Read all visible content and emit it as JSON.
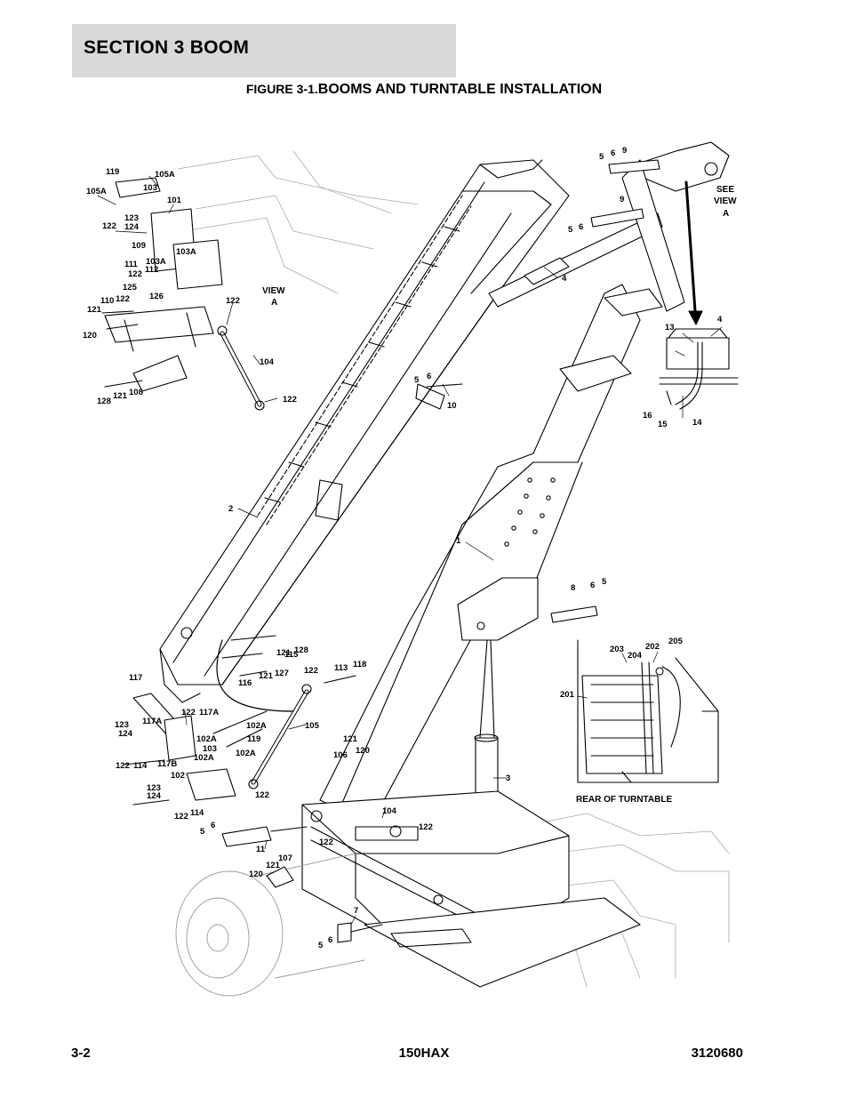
{
  "header": {
    "section": "SECTION 3   BOOM",
    "figure_prefix": "FIGURE 3-1.",
    "figure_title": "BOOMS AND TURNTABLE INSTALLATION"
  },
  "figure": {
    "callouts": [
      {
        "id": "c119a",
        "text": "119"
      },
      {
        "id": "c105A1",
        "text": "105A"
      },
      {
        "id": "c105A2",
        "text": "105A"
      },
      {
        "id": "c103a",
        "text": "103"
      },
      {
        "id": "c101",
        "text": "101"
      },
      {
        "id": "c123a",
        "text": "123"
      },
      {
        "id": "c124a",
        "text": "124"
      },
      {
        "id": "c122a",
        "text": "122"
      },
      {
        "id": "c109",
        "text": "109"
      },
      {
        "id": "c103A1",
        "text": "103A"
      },
      {
        "id": "c103A2",
        "text": "103A"
      },
      {
        "id": "c111",
        "text": "111"
      },
      {
        "id": "c122b",
        "text": "122"
      },
      {
        "id": "c112",
        "text": "112"
      },
      {
        "id": "c125",
        "text": "125"
      },
      {
        "id": "c126",
        "text": "126"
      },
      {
        "id": "c110",
        "text": "110"
      },
      {
        "id": "c121a",
        "text": "121"
      },
      {
        "id": "c122c",
        "text": "122"
      },
      {
        "id": "c120a",
        "text": "120"
      },
      {
        "id": "c122d",
        "text": "122"
      },
      {
        "id": "c104a",
        "text": "104"
      },
      {
        "id": "c122e",
        "text": "122"
      },
      {
        "id": "c128a",
        "text": "128"
      },
      {
        "id": "c121b",
        "text": "121"
      },
      {
        "id": "c108",
        "text": "108"
      },
      {
        "id": "c5a",
        "text": "5"
      },
      {
        "id": "c6a",
        "text": "6"
      },
      {
        "id": "c9a",
        "text": "9"
      },
      {
        "id": "c9b",
        "text": "9"
      },
      {
        "id": "c5b",
        "text": "5"
      },
      {
        "id": "c6b",
        "text": "6"
      },
      {
        "id": "c4a",
        "text": "4"
      },
      {
        "id": "c5c",
        "text": "5"
      },
      {
        "id": "c6c",
        "text": "6"
      },
      {
        "id": "c10",
        "text": "10"
      },
      {
        "id": "c2",
        "text": "2"
      },
      {
        "id": "c1",
        "text": "1"
      },
      {
        "id": "c8",
        "text": "8"
      },
      {
        "id": "c6d",
        "text": "6"
      },
      {
        "id": "c5d",
        "text": "5"
      },
      {
        "id": "c13",
        "text": "13"
      },
      {
        "id": "c4b",
        "text": "4"
      },
      {
        "id": "c16",
        "text": "16"
      },
      {
        "id": "c15",
        "text": "15"
      },
      {
        "id": "c14",
        "text": "14"
      },
      {
        "id": "c115",
        "text": "115"
      },
      {
        "id": "c121c",
        "text": "121"
      },
      {
        "id": "c128b",
        "text": "128"
      },
      {
        "id": "c116",
        "text": "116"
      },
      {
        "id": "c121d",
        "text": "121"
      },
      {
        "id": "c127",
        "text": "127"
      },
      {
        "id": "c122f",
        "text": "122"
      },
      {
        "id": "c113",
        "text": "113"
      },
      {
        "id": "c118",
        "text": "118"
      },
      {
        "id": "c117",
        "text": "117"
      },
      {
        "id": "c122g",
        "text": "122"
      },
      {
        "id": "c117A1",
        "text": "117A"
      },
      {
        "id": "c117A2",
        "text": "117A"
      },
      {
        "id": "c123b",
        "text": "123"
      },
      {
        "id": "c124b",
        "text": "124"
      },
      {
        "id": "c102A1",
        "text": "102A"
      },
      {
        "id": "c102A2",
        "text": "102A"
      },
      {
        "id": "c102A3",
        "text": "102A"
      },
      {
        "id": "c102A4",
        "text": "102A"
      },
      {
        "id": "c105",
        "text": "105"
      },
      {
        "id": "c119b",
        "text": "119"
      },
      {
        "id": "c103b",
        "text": "103"
      },
      {
        "id": "c122h",
        "text": "122"
      },
      {
        "id": "c114a",
        "text": "114"
      },
      {
        "id": "c117B",
        "text": "117B"
      },
      {
        "id": "c102",
        "text": "102"
      },
      {
        "id": "c122i",
        "text": "122"
      },
      {
        "id": "c123c",
        "text": "123"
      },
      {
        "id": "c124c",
        "text": "124"
      },
      {
        "id": "c122j",
        "text": "122"
      },
      {
        "id": "c114b",
        "text": "114"
      },
      {
        "id": "c121e",
        "text": "121"
      },
      {
        "id": "c120b",
        "text": "120"
      },
      {
        "id": "c106",
        "text": "106"
      },
      {
        "id": "c3",
        "text": "3"
      },
      {
        "id": "c104b",
        "text": "104"
      },
      {
        "id": "c122k",
        "text": "122"
      },
      {
        "id": "c122l",
        "text": "122"
      },
      {
        "id": "c5e",
        "text": "5"
      },
      {
        "id": "c6e",
        "text": "6"
      },
      {
        "id": "c11",
        "text": "11"
      },
      {
        "id": "c121f",
        "text": "121"
      },
      {
        "id": "c107",
        "text": "107"
      },
      {
        "id": "c120c",
        "text": "120"
      },
      {
        "id": "c7",
        "text": "7"
      },
      {
        "id": "c5f",
        "text": "5"
      },
      {
        "id": "c6f",
        "text": "6"
      },
      {
        "id": "c203",
        "text": "203"
      },
      {
        "id": "c204",
        "text": "204"
      },
      {
        "id": "c202",
        "text": "202"
      },
      {
        "id": "c205",
        "text": "205"
      },
      {
        "id": "c201",
        "text": "201"
      }
    ],
    "view_label": [
      "VIEW",
      "A"
    ],
    "see_view_label": [
      "SEE",
      "VIEW",
      "A"
    ],
    "rear_label": "REAR OF TURNTABLE"
  },
  "footer": {
    "page": "3-2",
    "model": "150HAX",
    "doc_number": "3120680"
  }
}
